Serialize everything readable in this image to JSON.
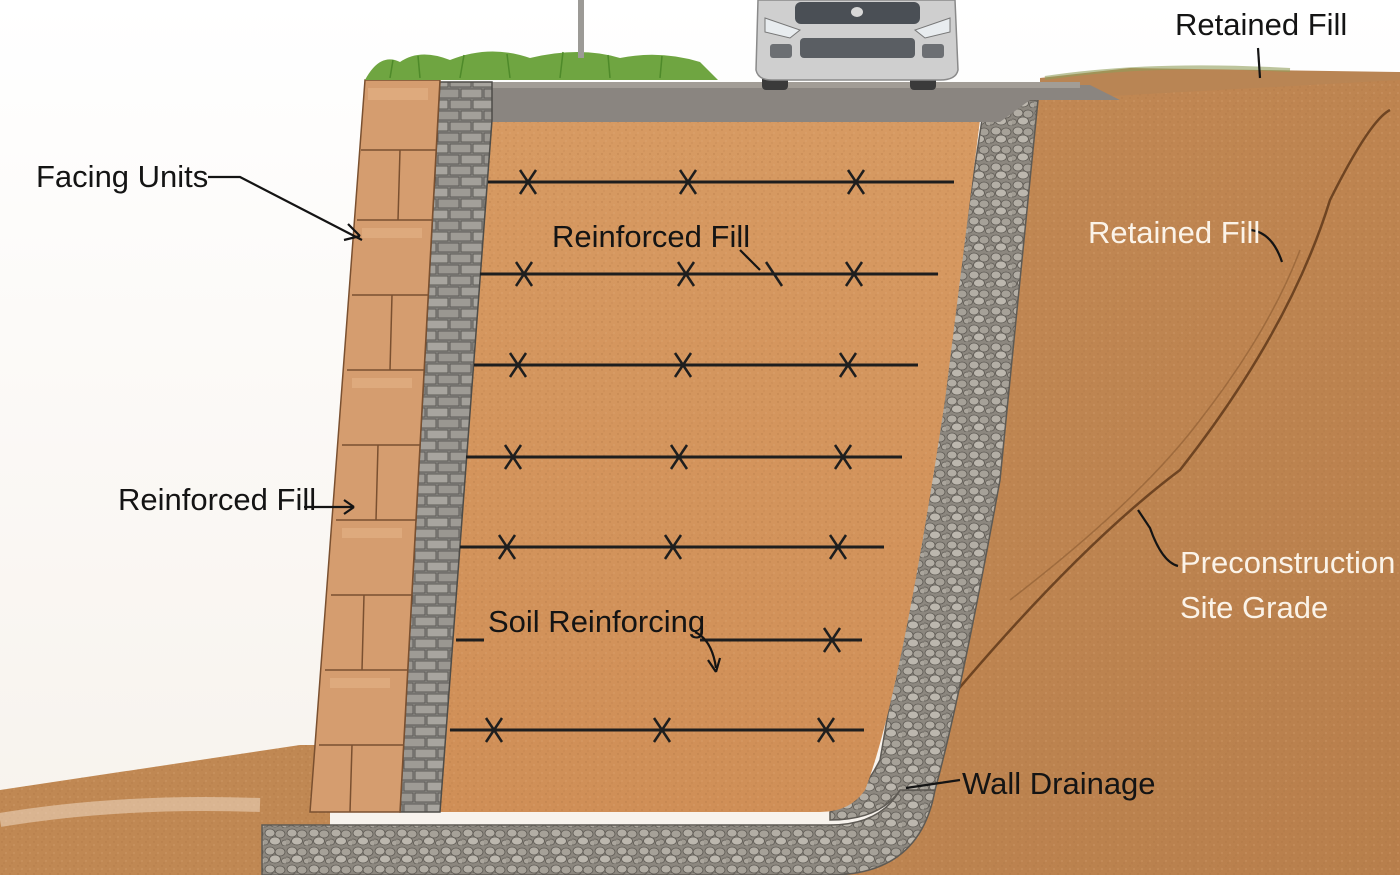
{
  "labels": {
    "facing_units": "Facing Units",
    "reinforced_fill_inner": "Reinforced Fill",
    "reinforced_fill_left": "Reinforced Fill",
    "soil_reinforcing": "Soil Reinforcing",
    "retained_fill_top": "Retained Fill",
    "retained_fill_side": "Retained Fill",
    "preconstruction_line1": "Preconstruction",
    "preconstruction_line2": "Site Grade",
    "wall_drainage": "Wall Drainage"
  },
  "colors": {
    "reinforced_fill": "#d3945a",
    "retained_soil": "#c9915c",
    "facing_block": "#dca47a",
    "drainage_stone": "#9a958c",
    "geogrid": "#1e1e1e",
    "grass": "#6fa541",
    "road": "#8a8580"
  }
}
